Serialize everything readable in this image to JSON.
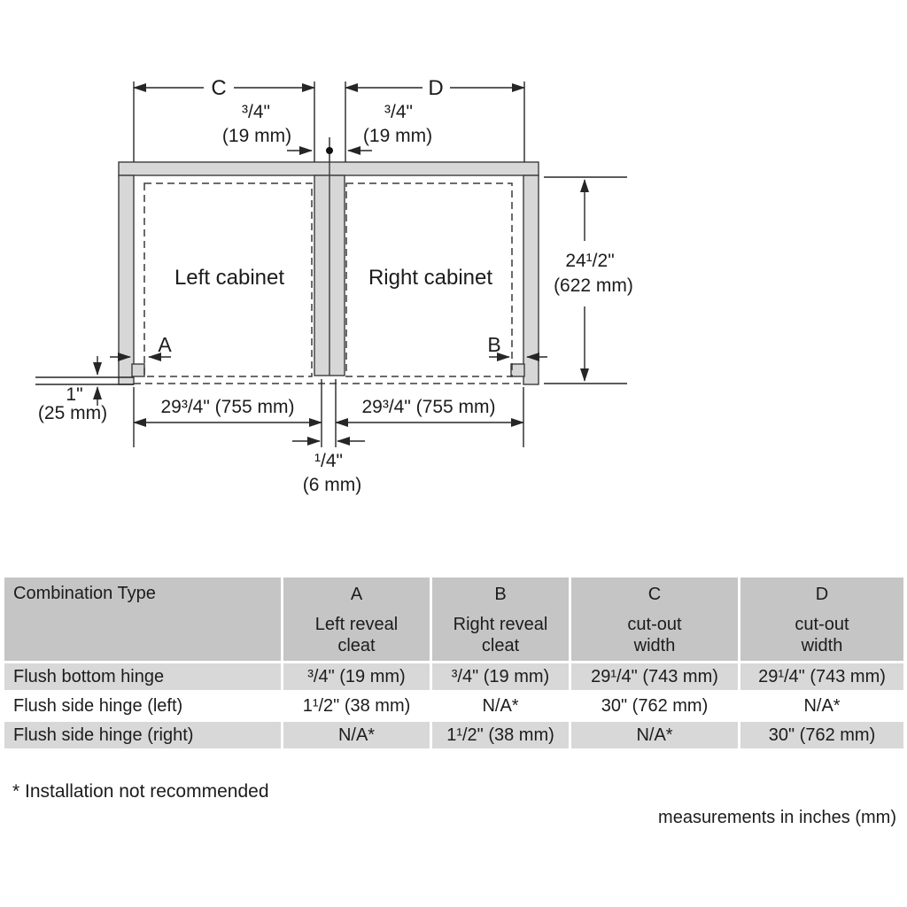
{
  "diagram": {
    "c": "C",
    "d": "D",
    "a": "A",
    "b": "B",
    "left_cabinet": "Left cabinet",
    "right_cabinet": "Right cabinet",
    "reveal_left_in": "³/4\"",
    "reveal_left_mm": "(19 mm)",
    "reveal_right_in": "³/4\"",
    "reveal_right_mm": "(19 mm)",
    "height_in": "24¹/2\"",
    "height_mm": "(622 mm)",
    "base_in": "1\"",
    "base_mm": "(25 mm)",
    "width_left": "29³/4\" (755 mm)",
    "width_right": "29³/4\" (755 mm)",
    "gap_in": "¹/4\"",
    "gap_mm": "(6 mm)"
  },
  "table": {
    "header": {
      "combination": "Combination Type",
      "cols": [
        {
          "letter": "A",
          "desc1": "Left reveal",
          "desc2": "cleat"
        },
        {
          "letter": "B",
          "desc1": "Right reveal",
          "desc2": "cleat"
        },
        {
          "letter": "C",
          "desc1": "cut-out",
          "desc2": "width"
        },
        {
          "letter": "D",
          "desc1": "cut-out",
          "desc2": "width"
        }
      ]
    },
    "rows": [
      {
        "label": "Flush bottom hinge",
        "a": "³/4\" (19 mm)",
        "b": "³/4\" (19 mm)",
        "c": "29¹/4\" (743 mm)",
        "d": "29¹/4\" (743 mm)"
      },
      {
        "label": "Flush side hinge (left)",
        "a": "1¹/2\" (38 mm)",
        "b": "N/A*",
        "c": "30\" (762 mm)",
        "d": "N/A*"
      },
      {
        "label": "Flush side hinge (right)",
        "a": "N/A*",
        "b": "1¹/2\" (38 mm)",
        "c": "N/A*",
        "d": "30\" (762 mm)"
      }
    ]
  },
  "footnotes": {
    "note": "* Installation not recommended",
    "units": "measurements in inches (mm)"
  },
  "colors": {
    "header_bg": "#c5c5c5",
    "row_bg": "#d8d8d8",
    "panel_fill": "#d7d7d7",
    "line": "#262626"
  }
}
